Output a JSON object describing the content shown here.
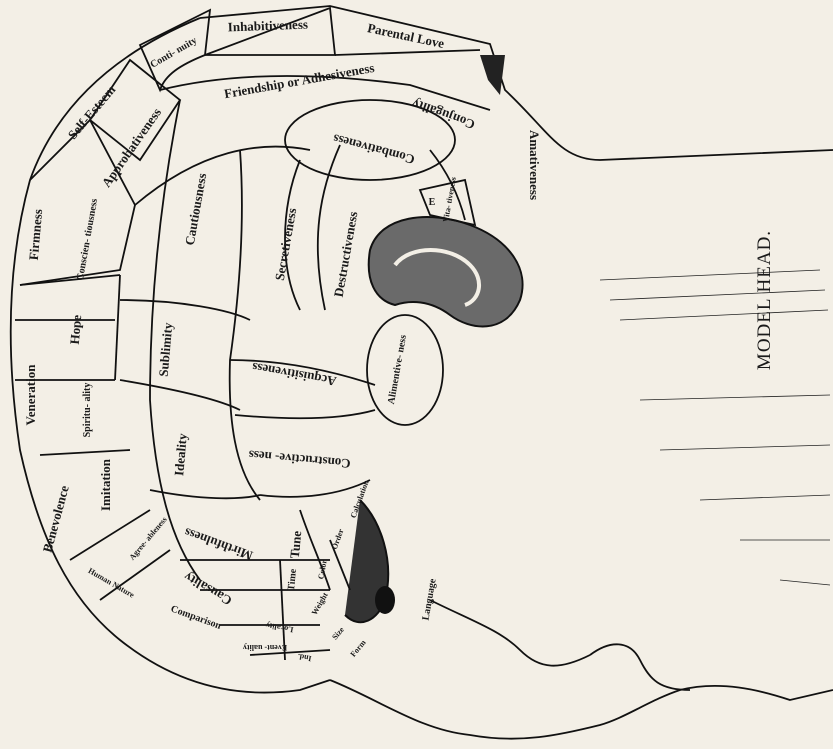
{
  "title": "MODEL HEAD.",
  "regions": {
    "inhabitiveness": "Inhabitiveness",
    "parental_love": "Parental Love",
    "continuity": "Conti- nuity",
    "friendship": "Friendship or Adhesiveness",
    "conjugality": "Conjugality",
    "self_esteem": "Self-Esteem",
    "approbativeness": "Approbativeness",
    "combativeness": "Combativeness",
    "amativeness": "Amativeness",
    "firmness": "Firmness",
    "conscientiousness": "Conscien- tiousness",
    "cautiousness": "Cautiousness",
    "secretiveness": "Secretiveness",
    "destructiveness": "Destructiveness",
    "e": "E",
    "vitativeness": "Vita- tiveness",
    "hope": "Hope",
    "sublimity": "Sublimity",
    "acquisitiveness": "Acquisitiveness",
    "alimentiveness": "Alimentive- ness",
    "veneration": "Veneration",
    "spirituality": "Spiritu- ality",
    "ideality": "Ideality",
    "constructiveness": "Constructive- ness",
    "benevolence": "Benevolence",
    "imitation": "Imitation",
    "mirthfulness": "Mirthfulness",
    "tune": "Tune",
    "calculation": "Calculation",
    "agreeableness": "Agree- ableness",
    "human_nature": "Human Nature",
    "causality": "Causality",
    "time": "Time",
    "order": "Order",
    "color": "Color",
    "weight": "Weight",
    "language": "Language",
    "comparison": "Comparison",
    "locality": "Locality",
    "size": "Size",
    "form": "Form",
    "eventuality": "Event- uality",
    "individuality": "Ind."
  }
}
